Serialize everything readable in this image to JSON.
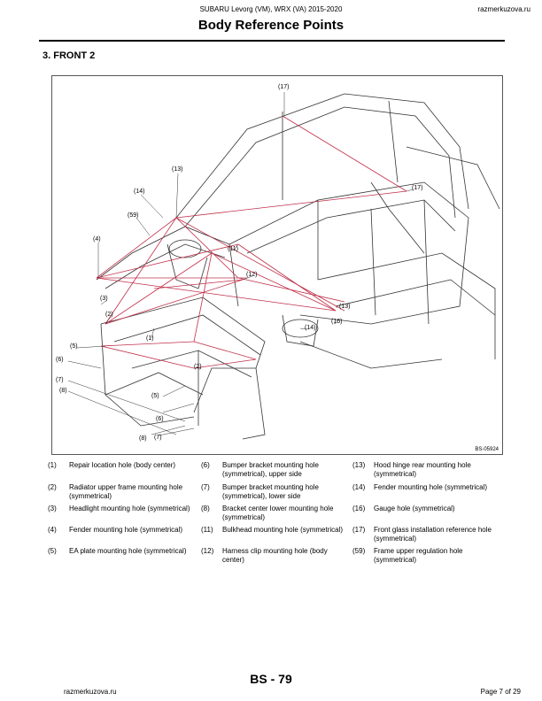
{
  "header": {
    "doc_title": "SUBARU Levorg (VM), WRX (VA) 2015-2020",
    "site": "razmerkuzova.ru"
  },
  "title": "Body Reference Points",
  "section": "3.  FRONT 2",
  "figure": {
    "code": "BS-05924",
    "callouts": [
      "(17)",
      "(17)",
      "(13)",
      "(14)",
      "(59)",
      "(4)",
      "(11)",
      "(12)",
      "(3)",
      "(2)",
      "(13)",
      "(16)",
      "(14)",
      "(1)",
      "(5)",
      "(6)",
      "(7)",
      "(8)",
      "(2)",
      "(5)",
      "(6)",
      "(8)",
      "(7)"
    ]
  },
  "legend": [
    {
      "num": "(1)",
      "text": "Repair location hole (body center)"
    },
    {
      "num": "(2)",
      "text": "Radiator upper frame mounting hole (symmetrical)"
    },
    {
      "num": "(3)",
      "text": "Headlight mounting hole (symmetrical)"
    },
    {
      "num": "(4)",
      "text": "Fender mounting hole (symmetrical)"
    },
    {
      "num": "(5)",
      "text": "EA plate mounting hole (symmetrical)"
    },
    {
      "num": "(6)",
      "text": "Bumper bracket mounting hole (symmetrical), upper side"
    },
    {
      "num": "(7)",
      "text": "Bumper bracket mounting hole (symmetrical), lower side"
    },
    {
      "num": "(8)",
      "text": "Bracket center lower mounting hole (symmetrical)"
    },
    {
      "num": "(11)",
      "text": "Bulkhead mounting hole (symmetrical)"
    },
    {
      "num": "(12)",
      "text": "Harness clip mounting hole (body center)"
    },
    {
      "num": "(13)",
      "text": "Hood hinge rear mounting hole (symmetrical)"
    },
    {
      "num": "(14)",
      "text": "Fender mounting hole (symmetrical)"
    },
    {
      "num": "(16)",
      "text": "Gauge hole (symmetrical)"
    },
    {
      "num": "(17)",
      "text": "Front glass installation reference hole (symmetrical)"
    },
    {
      "num": "(59)",
      "text": "Frame upper regulation hole (symmetrical)"
    }
  ],
  "footer": {
    "page_label": "BS - 79",
    "site": "razmerkuzova.ru",
    "page_of": "Page 7 of 29"
  },
  "colors": {
    "measurement_lines": "#c0304a",
    "line_art": "#333333"
  }
}
